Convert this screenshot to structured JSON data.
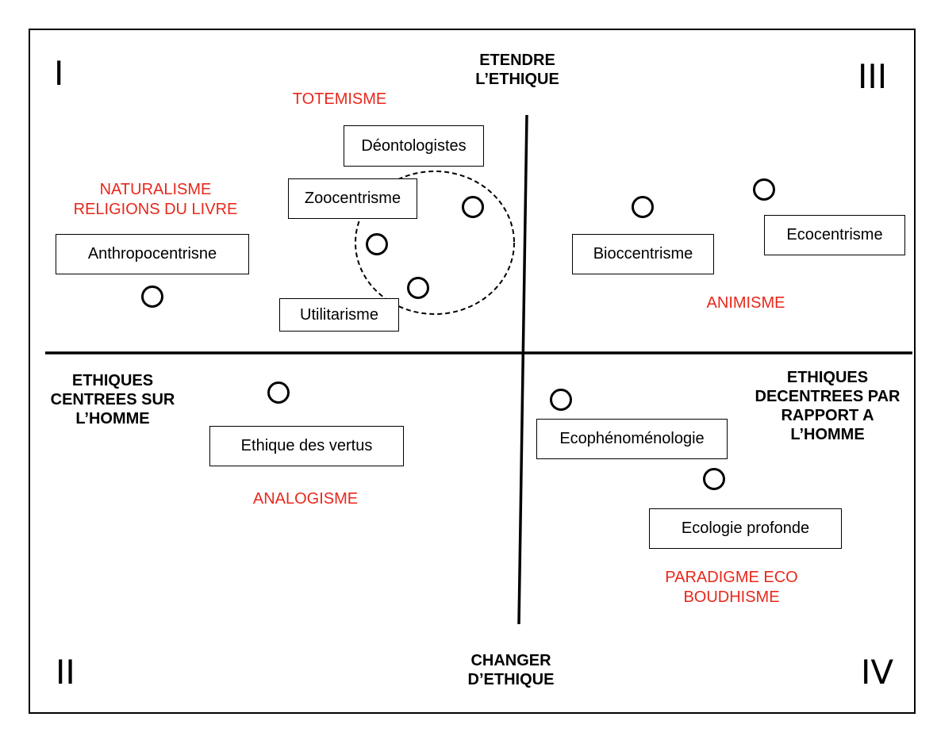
{
  "quadrants": {
    "q1": "I",
    "q2": "II",
    "q3": "III",
    "q4": "IV"
  },
  "axes": {
    "top": [
      "ETENDRE",
      "L’ETHIQUE"
    ],
    "bottom": [
      "CHANGER",
      "D’ETHIQUE"
    ],
    "left": [
      "ETHIQUES",
      "CENTREES SUR",
      "L’HOMME"
    ],
    "right": [
      "ETHIQUES",
      "DECENTREES PAR",
      "RAPPORT A",
      "L’HOMME"
    ]
  },
  "ontologies": {
    "totemisme": "TOTEMISME",
    "naturalisme": [
      "NATURALISME",
      "RELIGIONS DU LIVRE"
    ],
    "animisme": "ANIMISME",
    "analogisme": "ANALOGISME",
    "paradigme": [
      "PARADIGME ECO",
      "BOUDHISME"
    ]
  },
  "boxes": {
    "deontologistes": "Déontologistes",
    "zoocentrisme": "Zoocentrisme",
    "anthropocentrisne": "Anthropocentrisne",
    "utilitarisme": "Utilitarisme",
    "bioccentrisme": "Bioccentrisme",
    "ecocentrisme": "Ecocentrisme",
    "ethique_vertus": "Ethique des vertus",
    "ecophenomenologie": "Ecophénoménologie",
    "ecologie_profonde": "Ecologie profonde"
  },
  "colors": {
    "accent_red": "#e8281c",
    "ink": "#000000"
  }
}
